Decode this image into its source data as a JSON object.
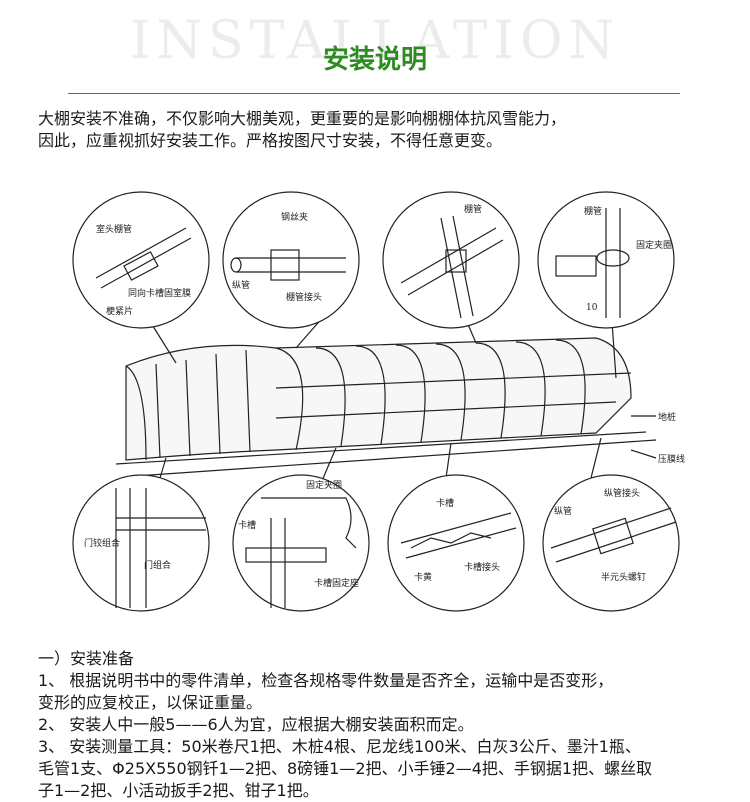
{
  "watermark": "INSTALLATION",
  "title": "安装说明",
  "intro": {
    "line1": "大棚安装不准确，不仅影响大棚美观，更重要的是影响棚棚体抗风雪能力，",
    "line2": "因此，应重视抓好安装工作。严格按图尺寸安装，不得任意更变。"
  },
  "diagram_labels": {
    "top1": [
      "室头棚管",
      "同向卡槽固室膜",
      "梗紧片"
    ],
    "top2": [
      "钢丝夹",
      "纵管",
      "棚管接头"
    ],
    "top3": [
      "棚管"
    ],
    "top4": [
      "棚管",
      "固定夹圈",
      "10"
    ],
    "main": [
      "地桩",
      "压膜线"
    ],
    "bottom1": [
      "门铰组合",
      "门组合"
    ],
    "bottom2": [
      "固定夹圈",
      "卡槽",
      "卡槽固定座"
    ],
    "bottom3": [
      "卡槽",
      "卡黄",
      "卡槽接头"
    ],
    "bottom4": [
      "纵管接头",
      "纵管",
      "半元头螺钉"
    ]
  },
  "prep": {
    "heading": "一）安装准备",
    "item1_l1": "1、 根据说明书中的零件清单，检查各规格零件数量是否齐全，运输中是否变形，",
    "item1_l2": "变形的应复校正，以保证重量。",
    "item2": "2、 安装人中一般5——6人为宜，应根据大棚安装面积而定。",
    "item3_l1": "3、 安装测量工具：50米卷尺1把、木桩4根、尼龙线100米、白灰3公斤、墨汁1瓶、",
    "item3_l2": "毛管1支、Φ25X550钢钎1—2把、8磅锤1—2把、小手锤2—4把、手钢据1把、螺丝取",
    "item3_l3": "子1—2把、小活动扳手2把、钳子1把。"
  }
}
